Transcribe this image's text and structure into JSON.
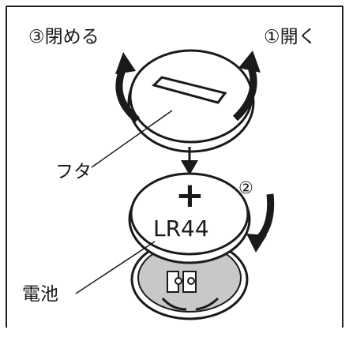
{
  "labels": {
    "close": "③閉める",
    "open": "①開く",
    "cover": "フタ",
    "step2": "②",
    "battery": "電池",
    "polarity": "+",
    "model": "LR44"
  },
  "colors": {
    "line": "#1a1a1a",
    "frame": "#222222",
    "battery_fill": "#ffffff",
    "holder_fill": "#c8c8c8"
  },
  "icons": {
    "open_arrow": "curved-arrow-up",
    "close_arrow": "curved-arrow-up",
    "insert_arrow": "arrow-down",
    "rotate_arrow": "curved-arrow-down"
  }
}
